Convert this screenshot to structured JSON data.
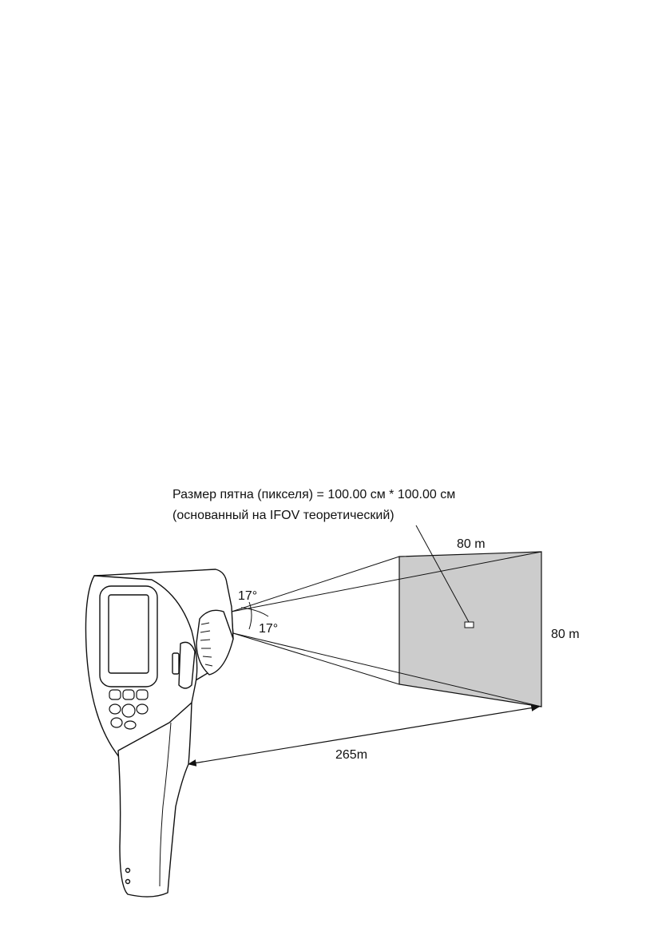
{
  "annotation": {
    "spot_size": "Размер пятна (пикселя) = 100.00 см * 100.00 см",
    "spot_basis": "(основанный на IFOV теоретический)"
  },
  "field_of_view": {
    "width_label": "80 m",
    "height_label": "80 m",
    "distance_label": "265m",
    "horizontal_angle": "17°",
    "vertical_angle": "17°",
    "target_fill": "#cccccc"
  }
}
